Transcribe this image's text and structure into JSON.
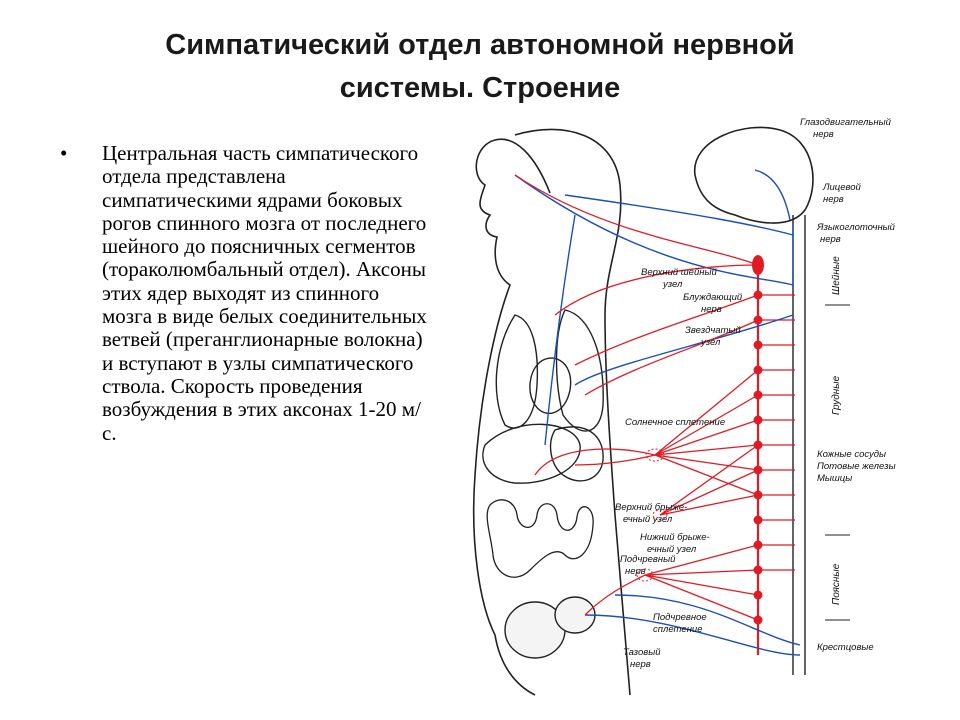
{
  "slide": {
    "title_line1": "Симпатический отдел автономной нервной",
    "title_line2": "системы. Строение",
    "bullet_text": "Центральная часть симпатического отдела представлена симпатическими ядрами боковых рогов спинного мозга от последнего шейного  до поясничных сегментов (тораколюмбальный отдел). Аксоны этих ядер выходят из спинного мозга в виде белых соединительных ветвей (преганглионарные волокна) и вступают в узлы симпатического ствола. Скорость проведения возбуждения в этих аксонах 1-20 м/с."
  },
  "diagram": {
    "labels": {
      "oculomotor_1": "Глазодвигательный",
      "oculomotor_2": "нерв",
      "facial_1": "Лицевой",
      "facial_2": "нерв",
      "glosso_1": "Языкоглоточный",
      "glosso_2": "нерв",
      "sup_cervical_1": "Верхний шейный",
      "sup_cervical_2": "узел",
      "vagus_1": "Блуждающий",
      "vagus_2": "нерв",
      "stellate_1": "Звездчатый",
      "stellate_2": "узел",
      "solar": "Солнечное сплетение",
      "skin_1": "Кожные сосуды",
      "skin_2": "Потовые железы",
      "skin_3": "Мышцы",
      "sup_mesenteric_1": "Верхний брыже-",
      "sup_mesenteric_2": "ечный узел",
      "inf_mesenteric_1": "Нижний брыже-",
      "inf_mesenteric_2": "ечный узел",
      "hypogastric_nerve_1": "Подчревный",
      "hypogastric_nerve_2": "нерв",
      "hypogastric_plexus_1": "Подчревное",
      "hypogastric_plexus_2": "сплетение",
      "pelvic_1": "Тазовый",
      "pelvic_2": "нерв",
      "cervical": "Шейные",
      "thoracic": "Грудные",
      "lumbar": "Поясные",
      "sacral": "Крестцовые"
    },
    "colors": {
      "sympathetic": "#e01b24",
      "parasympathetic": "#1c4fb8",
      "outline": "#222222"
    }
  }
}
